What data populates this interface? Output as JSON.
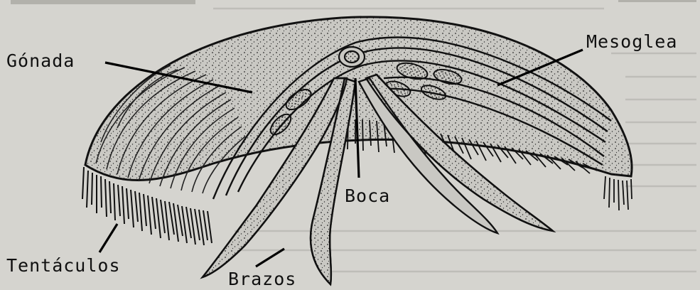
{
  "labels": {
    "gonada": "Gónada",
    "mesoglea": "Mesoglea",
    "boca": "Boca",
    "tentaculos": "Tentáculos",
    "brazos": "Brazos"
  }
}
